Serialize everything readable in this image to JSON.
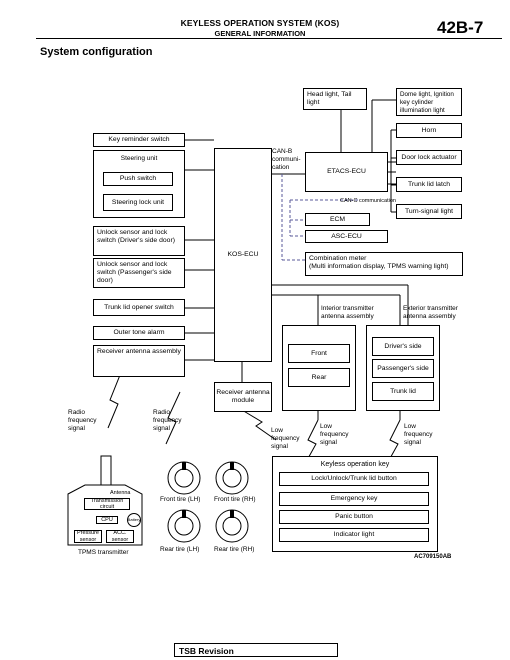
{
  "header": {
    "title": "KEYLESS OPERATION SYSTEM (KOS)",
    "subtitle": "GENERAL INFORMATION",
    "page": "42B-7"
  },
  "section_title": "System configuration",
  "kos_ecu": "KOS-ECU",
  "left": {
    "key_reminder": "Key reminder switch",
    "steering_unit": "Steering unit",
    "push_switch": "Push switch",
    "steering_lock_unit": "Steering lock unit",
    "unlock_driver": "Unlock sensor and lock switch (Driver's side door)",
    "unlock_passenger": "Unlock sensor and lock switch (Passenger's side door)",
    "trunk_opener": "Trunk lid opener switch",
    "outer_tone": "Outer tone alarm",
    "receiver_assembly": "Receiver antenna assembly",
    "receiver_module": "Receiver antenna module"
  },
  "right": {
    "headlight": "Head light, Tail light",
    "dome_light": "Dome light, Ignition key cylinder illumination light",
    "horn": "Horn",
    "door_lock_actuator": "Door lock actuator",
    "trunk_latch": "Trunk lid latch",
    "turn_signal": "Turn-signal light",
    "etacs": "ETACS-ECU",
    "ecm": "ECM",
    "asc": "ASC-ECU",
    "can_b": "CAN-B communi- cation",
    "can_c": "CAN-C communication",
    "combo_meter_1": "Combination meter",
    "combo_meter_2": "(Multi information display, TPMS warning light)"
  },
  "antenna": {
    "interior_title": "Interior transmitter antenna assembly",
    "exterior_title": "Exterior transmitter antenna assembly",
    "front": "Front",
    "rear": "Rear",
    "drivers_side": "Driver's side",
    "passengers_side": "Passenger's side",
    "trunk_lid": "Trunk lid"
  },
  "signals": {
    "radio1": "Radio frequency signal",
    "radio2": "Radio frequency signal",
    "low1": "Low frequency signal",
    "low2": "Low frequency signal",
    "low3": "Low frequency signal"
  },
  "keyless_key": {
    "title": "Keyless operation key",
    "items": [
      "Lock/Unlock/Trunk lid button",
      "Emergency key",
      "Panic button",
      "Indicator light"
    ]
  },
  "tpms": {
    "label": "TPMS transmitter",
    "antenna": "Antenna",
    "transmission": "Transmission circuit",
    "cpu": "CPU",
    "battery": "Battery",
    "pressure": "Pressure sensor",
    "acc": "ACC. sensor"
  },
  "tires": [
    "Front tire (LH)",
    "Front tire (RH)",
    "Rear tire (LH)",
    "Rear tire (RH)"
  ],
  "figure_code": "AC709150AB",
  "footer": "TSB Revision"
}
